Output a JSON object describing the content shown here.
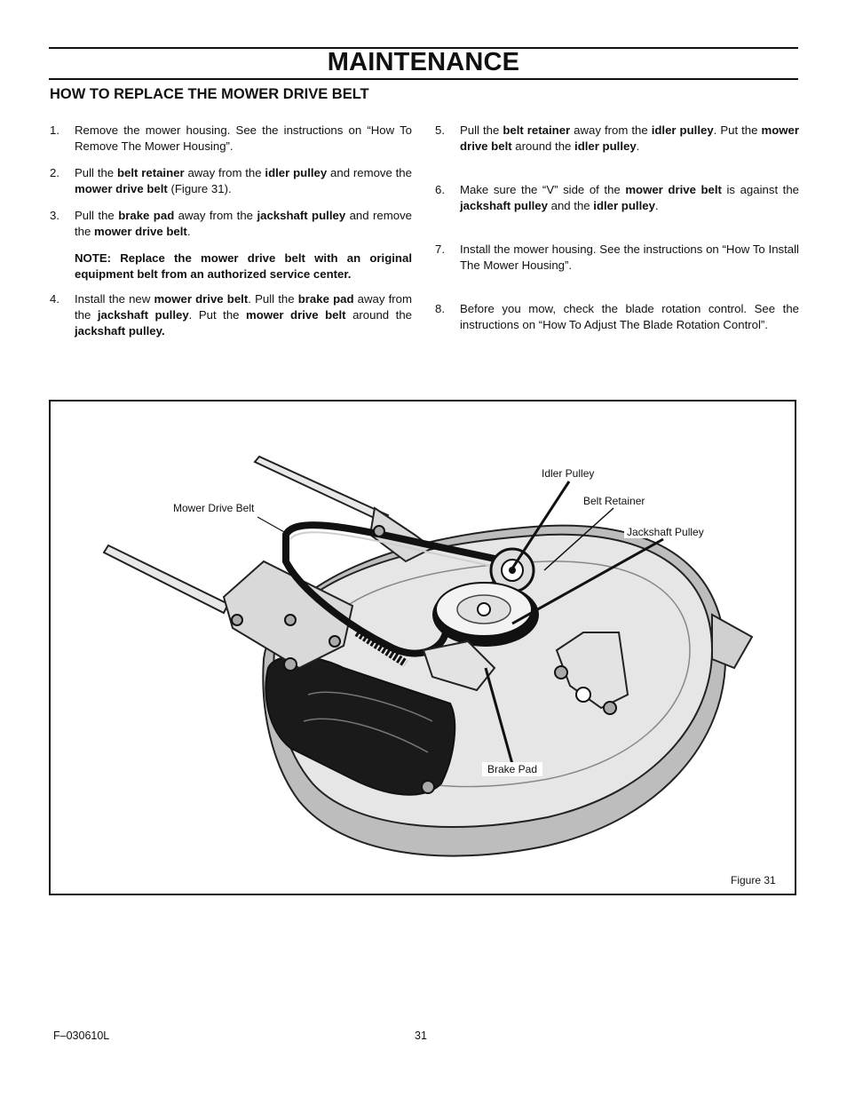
{
  "page": {
    "title": "MAINTENANCE",
    "section_heading": "HOW TO REPLACE THE MOWER DRIVE BELT"
  },
  "steps_left": [
    {
      "num": "1.",
      "parts": [
        "Remove the mower housing. See the instructions on “How To Remove The Mower Housing”."
      ]
    },
    {
      "num": "2.",
      "parts": [
        "Pull the ",
        "belt retainer",
        " away from the ",
        "idler pulley",
        " and remove the ",
        "mower drive belt",
        " (Figure 31)."
      ]
    },
    {
      "num": "3.",
      "parts": [
        "Pull the ",
        "brake pad",
        " away from the ",
        "jackshaft pulley",
        " and remove the ",
        "mower drive belt",
        "."
      ]
    },
    {
      "num": "4.",
      "parts": [
        "Install the new ",
        "mower drive belt",
        ". Pull the ",
        "brake pad",
        " away from the ",
        "jackshaft pulley",
        ". Put the ",
        "mower drive belt",
        " around the ",
        "jackshaft pulley."
      ]
    }
  ],
  "note": "NOTE: Replace the mower drive belt with an original equipment belt from an authorized service center.",
  "steps_right": [
    {
      "num": "5.",
      "parts": [
        "Pull the ",
        "belt retainer",
        " away from the ",
        "idler pulley",
        ". Put  the ",
        "mower drive belt",
        " around the ",
        "idler pulley",
        "."
      ]
    },
    {
      "num": "6.",
      "parts": [
        "Make sure the “V” side of the ",
        "mower drive belt",
        " is against the ",
        "jackshaft pulley",
        " and the ",
        "idler pulley",
        "."
      ]
    },
    {
      "num": "7.",
      "parts": [
        "Install the mower housing. See the instructions on “How To Install The Mower Housing”."
      ]
    },
    {
      "num": "8.",
      "parts": [
        "Before you mow, check the blade rotation control. See the instructions on “How To Adjust The Blade Rotation Control”."
      ]
    }
  ],
  "figure": {
    "labels": {
      "mower_drive_belt": "Mower Drive Belt",
      "idler_pulley": "Idler Pulley",
      "belt_retainer": "Belt Retainer",
      "jackshaft_pulley": "Jackshaft Pulley",
      "brake_pad": "Brake Pad"
    },
    "caption": "Figure 31"
  },
  "footer": {
    "code": "F–030610L",
    "page_number": "31"
  }
}
